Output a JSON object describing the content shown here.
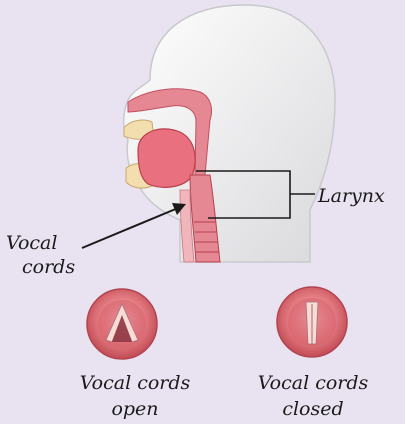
{
  "labels": {
    "larynx": "Larynx",
    "vocal_cords_line1": "Vocal",
    "vocal_cords_line2": "cords"
  },
  "captions": {
    "open_line1": "Vocal cords",
    "open_line2": "open",
    "closed_line1": "Vocal cords",
    "closed_line2": "closed"
  },
  "colors": {
    "background": "#e9e2f0",
    "head": "#f1f1f1",
    "tissue": "#e07a86",
    "bone": "#f3deb0"
  }
}
